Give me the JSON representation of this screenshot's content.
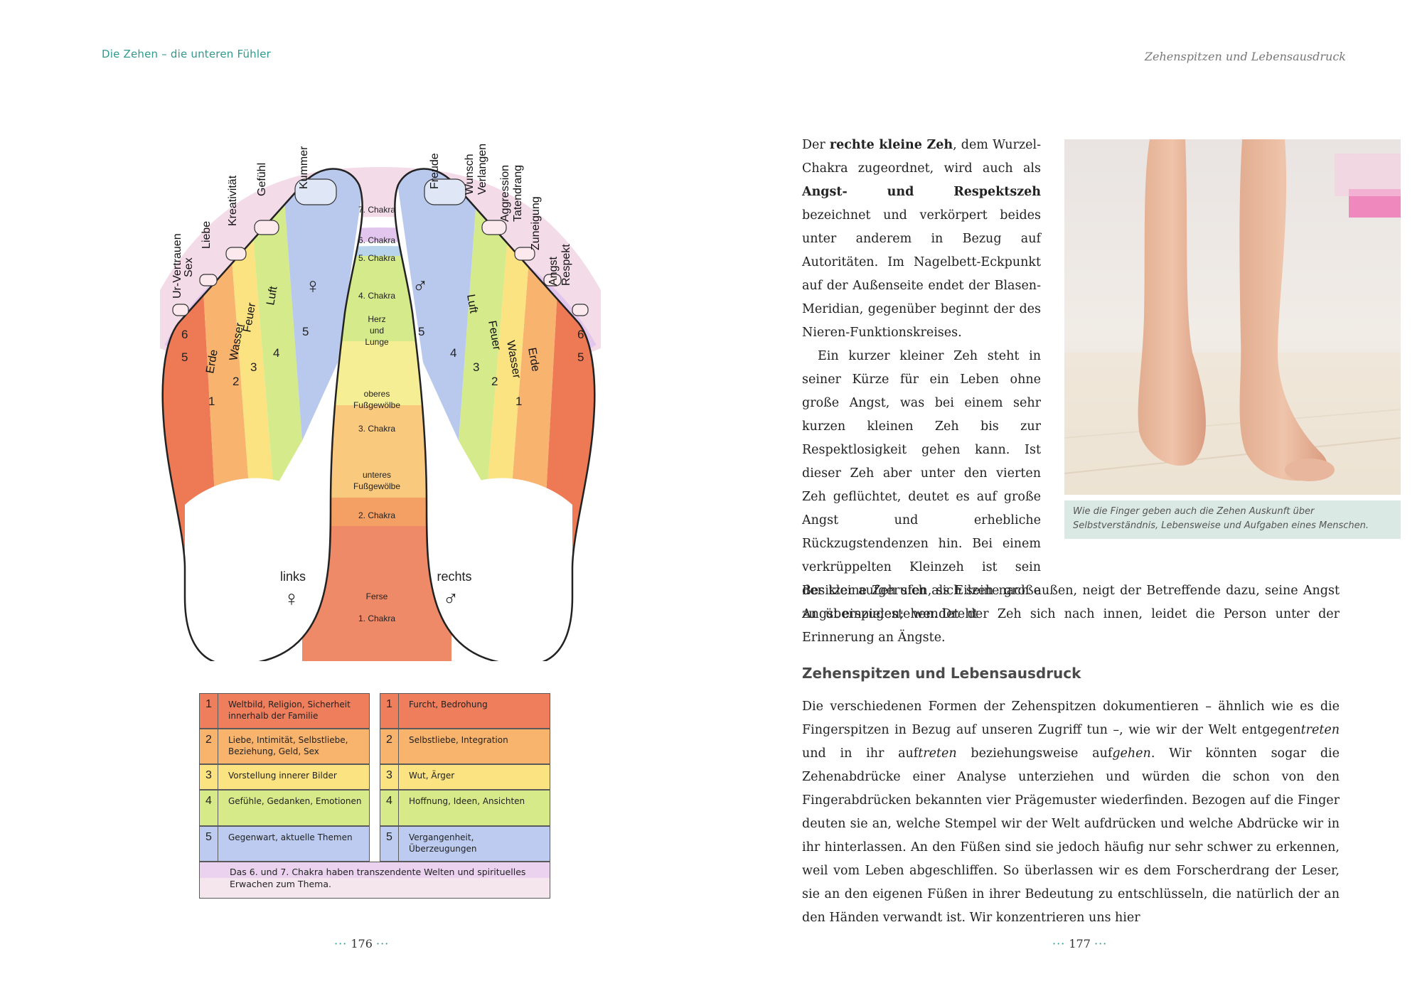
{
  "left_page": {
    "running_head": "Die Zehen – die unteren Fühler",
    "page_number": "176",
    "page_number_dots": "···",
    "diagram": {
      "toe_labels_left": [
        "Ur-Vertrauen",
        "Sex",
        "Liebe",
        "Kreativität",
        "Gefühl",
        "Kummer"
      ],
      "toe_labels_right": [
        "Freude",
        "Wunsch",
        "Verlangen",
        "Aggression",
        "Tatendrang",
        "Zuneigung",
        "Angst",
        "Respekt"
      ],
      "elements_left": [
        "Erde",
        "Wasser",
        "Feuer",
        "Luft"
      ],
      "elements_right": [
        "Luft",
        "Feuer",
        "Wasser",
        "Erde"
      ],
      "zone_numbers_left": [
        "1",
        "2",
        "3",
        "4",
        "5"
      ],
      "zone_numbers_right": [
        "5",
        "4",
        "3",
        "2",
        "1"
      ],
      "arc_numbers": [
        "6",
        "5"
      ],
      "chakras": [
        "7. Chakra",
        "6. Chakra",
        "5. Chakra",
        "4. Chakra",
        "Herz",
        "und",
        "Lunge",
        "oberes",
        "Fußgewölbe",
        "3. Chakra",
        "unteres",
        "Fußgewölbe",
        "2. Chakra",
        "Ferse",
        "1. Chakra"
      ],
      "heel_left": "links",
      "heel_right": "rechts",
      "symbol_female": "♀",
      "symbol_male": "♂",
      "colors": {
        "red": "#ee7a55",
        "orange": "#f8b46e",
        "yellow": "#fbe382",
        "green": "#d5ea8a",
        "blue": "#b9c9ee",
        "salmon": "#ef8a68",
        "pink_arc": "#f3dbe8",
        "violet_arc": "#e2c6ee",
        "blue_arc": "#b8d3ec"
      }
    },
    "legend": {
      "left": [
        {
          "n": "1",
          "text": "Weltbild, Religion, Sicherheit innerhalb der Familie",
          "color": "#ef7e5c"
        },
        {
          "n": "2",
          "text": "Liebe, Intimität, Selbstliebe, Beziehung, Geld, Sex",
          "color": "#f8b36d"
        },
        {
          "n": "3",
          "text": "Vorstellung innerer Bilder",
          "color": "#fbe382"
        },
        {
          "n": "4",
          "text": "Gefühle, Gedanken, Emotionen",
          "color": "#d6ea89"
        },
        {
          "n": "5",
          "text": "Gegenwart, aktuelle Themen",
          "color": "#bccbef"
        }
      ],
      "right": [
        {
          "n": "1",
          "text": "Furcht, Bedrohung",
          "color": "#ef7e5c"
        },
        {
          "n": "2",
          "text": "Selbstliebe, Integration",
          "color": "#f8b36d"
        },
        {
          "n": "3",
          "text": "Wut, Ärger",
          "color": "#fbe382"
        },
        {
          "n": "4",
          "text": "Hoffnung, Ideen, Ansichten",
          "color": "#d6ea89"
        },
        {
          "n": "5",
          "text": "Vergangenheit, Überzeugungen",
          "color": "#bccbef"
        }
      ],
      "footer": "Das 6. und 7. Chakra haben transzendente Welten und spirituelles Erwachen zum Thema."
    }
  },
  "right_page": {
    "running_head": "Zehenspitzen und Lebensausdruck",
    "page_number": "177",
    "page_number_dots": "···",
    "para1": {
      "t1": "Der ",
      "b1": "rechte kleine Zeh",
      "t2": ", dem Wurzel-Chakra zugeordnet, wird auch als ",
      "b2": "Angst- und Respektszeh",
      "t3": " bezeichnet und verkörpert beides unter anderem in Bezug auf Autoritäten. Im Nagelbett-Eckpunkt auf der Außenseite endet der Blasen-Meridian, gegenüber beginnt der des Nieren-Funktionskreises."
    },
    "para2": "Ein kurzer kleiner Zeh steht in seiner Kürze für ein Leben ohne große Angst, was bei einem sehr kurzen kleinen Zeh bis zur Respektlosigkeit gehen kann. Ist dieser Zeh aber unter den vierten Zeh geflüchtet, deutet es auf große Angst und erhebliche Rückzugstendenzen hin. Bei einem verkrüppelten Kleinzeh ist sein Besitzer aufgerufen, sich seine große Angst einzugestehen. Dreht",
    "para2_cont": "der kleine Zeh sich als Eilzeh nach außen, neigt der Betreffende dazu, seine Angst zu überspielen; wendet der Zeh sich nach innen, leidet die Person unter der Erinnerung an Ängste.",
    "section_heading": "Zehenspitzen und Lebensausdruck",
    "para3": {
      "t1": "Die verschiedenen Formen der Zehenspitzen dokumentieren – ähnlich wie es die Fingerspitzen in Bezug auf unseren Zugriff tun –, wie wir der Welt entgegen",
      "i1": "treten",
      "t2": " und in ihr auf",
      "i2": "treten",
      "t3": " beziehungsweise auf",
      "i3": "gehen",
      "t4": ". Wir könnten sogar die Zehenabdrücke einer Analyse unterziehen und würden die schon von den Fingerabdrücken bekannten vier Prägemuster wiederfinden. Bezogen auf die Finger deuten sie an, welche Stempel wir der Welt aufdrücken und welche Abdrücke wir in ihr hinterlassen. An den Füßen sind sie jedoch häufig nur sehr schwer zu erkennen, weil vom Leben abgeschliffen. So überlassen wir es dem Forscherdrang der Leser, sie an den eigenen Füßen in ihrer Bedeutung zu entschlüsseln, die natürlich der an den Händen verwandt ist. Wir konzentrieren uns hier"
    },
    "photo_caption": "Wie die Finger geben auch die Zehen Auskunft über Selbstverständnis, Lebensweise und Aufgaben eines Menschen."
  }
}
